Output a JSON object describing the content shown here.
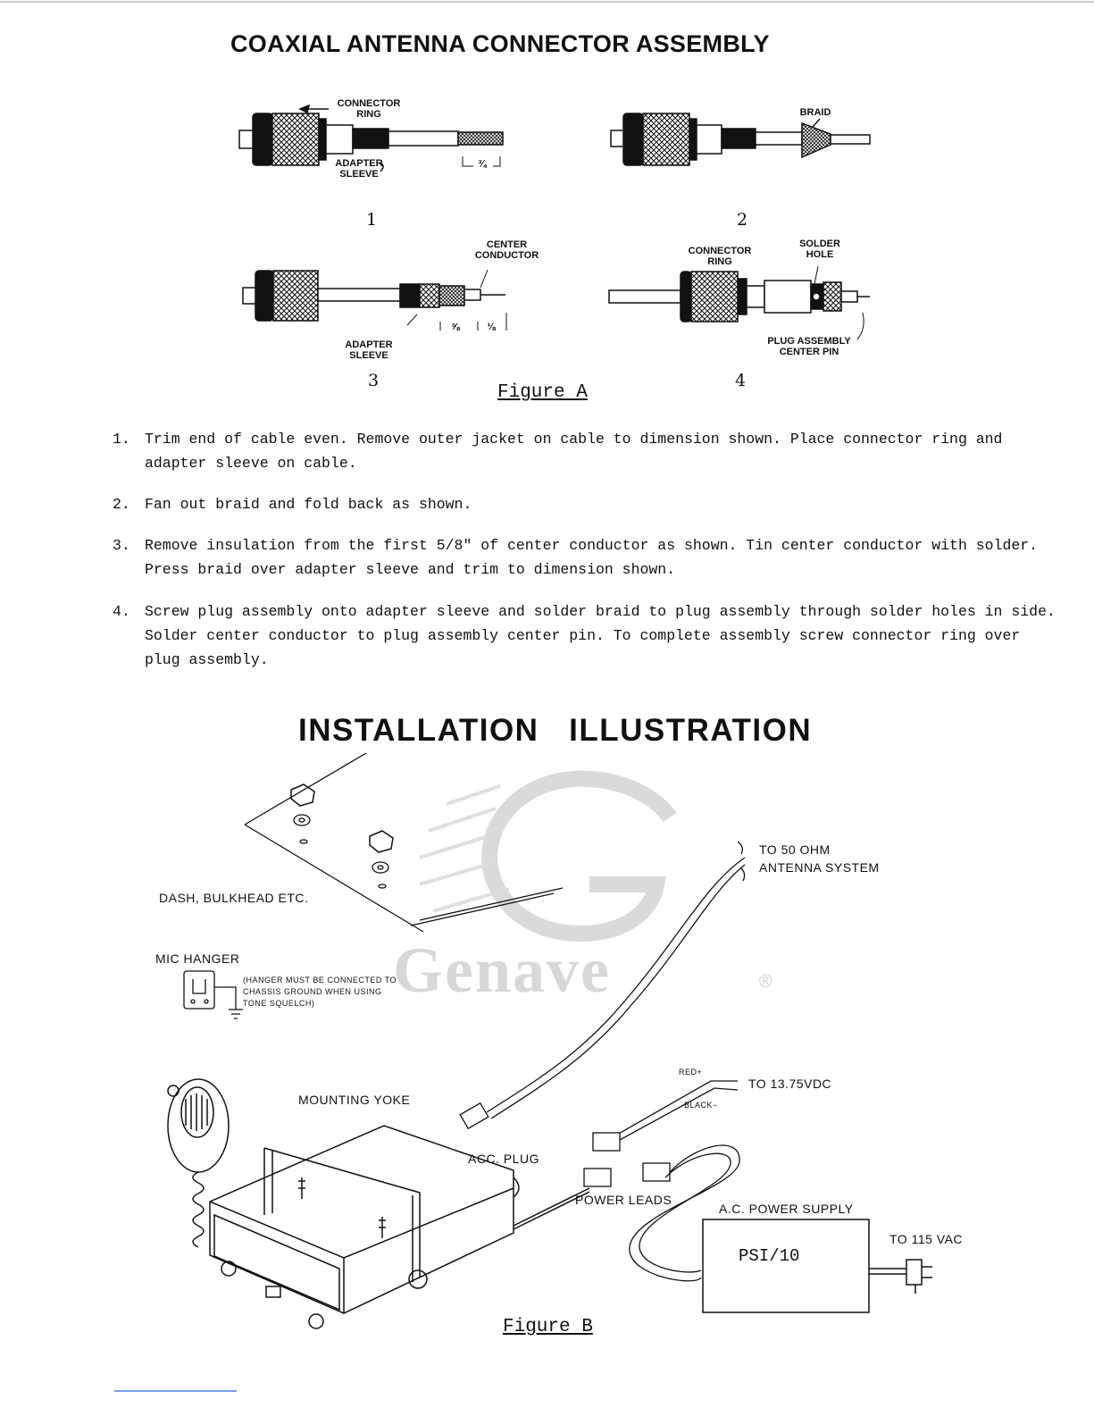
{
  "title": "COAXIAL ANTENNA CONNECTOR ASSEMBLY",
  "figure_a": {
    "caption": "Figure A",
    "panel1": {
      "number": "1",
      "connector_ring": "CONNECTOR\nRING",
      "adapter_sleeve": "ADAPTER\nSLEEVE",
      "dim": "¾"
    },
    "panel2": {
      "number": "2",
      "braid": "BRAID"
    },
    "panel3": {
      "number": "3",
      "center_conductor": "CENTER\nCONDUCTOR",
      "adapter_sleeve": "ADAPTER\nSLEEVE",
      "dim1": "⅝",
      "dim2": "⅛"
    },
    "panel4": {
      "number": "4",
      "connector_ring": "CONNECTOR\nRING",
      "solder_hole": "SOLDER\nHOLE",
      "plug_center_pin": "PLUG ASSEMBLY\nCENTER PIN"
    }
  },
  "steps": [
    {
      "num": "1.",
      "text": "Trim end of cable even.  Remove outer jacket on cable to dimension shown.  Place connector ring and adapter sleeve on cable."
    },
    {
      "num": "2.",
      "text": "Fan out braid and fold back as shown."
    },
    {
      "num": "3.",
      "text": "Remove insulation from the first 5/8\" of center conductor as shown.  Tin center conductor with solder.  Press braid over adapter sleeve and trim to dimension shown."
    },
    {
      "num": "4.",
      "text": "Screw plug assembly onto adapter sleeve and solder braid to plug assembly through solder holes in side.  Solder center conductor to plug assembly center pin.  To complete assembly screw connector ring over plug assembly."
    }
  ],
  "installation": {
    "heading": "INSTALLATION   ILLUSTRATION",
    "dash": "DASH, BULKHEAD  ETC.",
    "mic_hanger": "MIC  HANGER",
    "hanger_note": "(HANGER MUST BE CONNECTED TO\nCHASSIS GROUND WHEN USING\nTONE SQUELCH)",
    "antenna": "TO  50  OHM\nANTENNA  SYSTEM",
    "mounting_yoke": "MOUNTING  YOKE",
    "acc_plug": "ACC.  PLUG",
    "red": "RED+",
    "black": "BLACK−",
    "vdc": "TO  13.75VDC",
    "power_leads": "POWER  LEADS",
    "ac_supply": "A.C.  POWER  SUPPLY",
    "psi": "PSI/10",
    "vac": "TO  115 VAC",
    "watermark": "Genave",
    "watermark_r": "®",
    "caption": "Figure B"
  }
}
